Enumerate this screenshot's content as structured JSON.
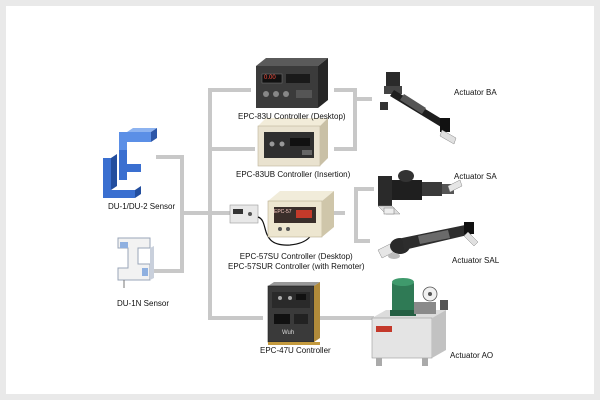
{
  "sensors": [
    {
      "label": "DU-1/DU-2 Sensor"
    },
    {
      "label": "DU-1N Sensor"
    }
  ],
  "controllers": [
    {
      "label": "EPC-83U Controller  (Desktop)"
    },
    {
      "label": "EPC-83UB Controller  (Insertion)"
    },
    {
      "label_line1": "EPC-57SU Controller  (Desktop)",
      "label_line2": "EPC-57SUR Controller  (with Remoter)"
    },
    {
      "label": "EPC-47U Controller"
    }
  ],
  "actuators": [
    {
      "label": "Actuator BA"
    },
    {
      "label": "Actuator SA"
    },
    {
      "label": "Actuator SAL"
    },
    {
      "label": "Actuator AO"
    }
  ],
  "device_text": {
    "epc83u_display": "0.00",
    "epc57_display": "EPC-57",
    "epc47_brand": "Wuh"
  },
  "colors": {
    "connector": "#c8c8c8",
    "sensor_blue": "#3a6fd0",
    "controller_dark": "#3b3b3b",
    "controller_beige": "#e9e2cf",
    "actuator_dark": "#2a2a2a",
    "pump_green": "#2f7a55"
  }
}
